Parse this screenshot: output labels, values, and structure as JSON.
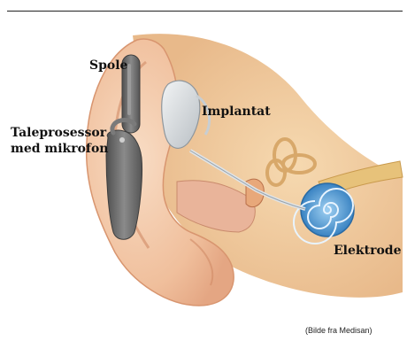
{
  "labels": {
    "spole": "Spole",
    "implantat": "Implantat",
    "taleprosessor_line1": "Taleprosessor",
    "taleprosessor_line2": "med mikrofon",
    "elektrode": "Elektrode"
  },
  "credit": "(Bilde fra Medisan)",
  "colors": {
    "skin": "#f3c9a6",
    "skin_dark": "#e2a07c",
    "device": "#6e6e6e",
    "implant": "#d9dde0",
    "cochlea": "#4a90c8",
    "nerve": "#e7c27a"
  },
  "icons": {
    "speech_processor": "speech-processor-icon",
    "coil": "coil-icon",
    "implant": "implant-icon",
    "cochlea": "cochlea-icon"
  }
}
